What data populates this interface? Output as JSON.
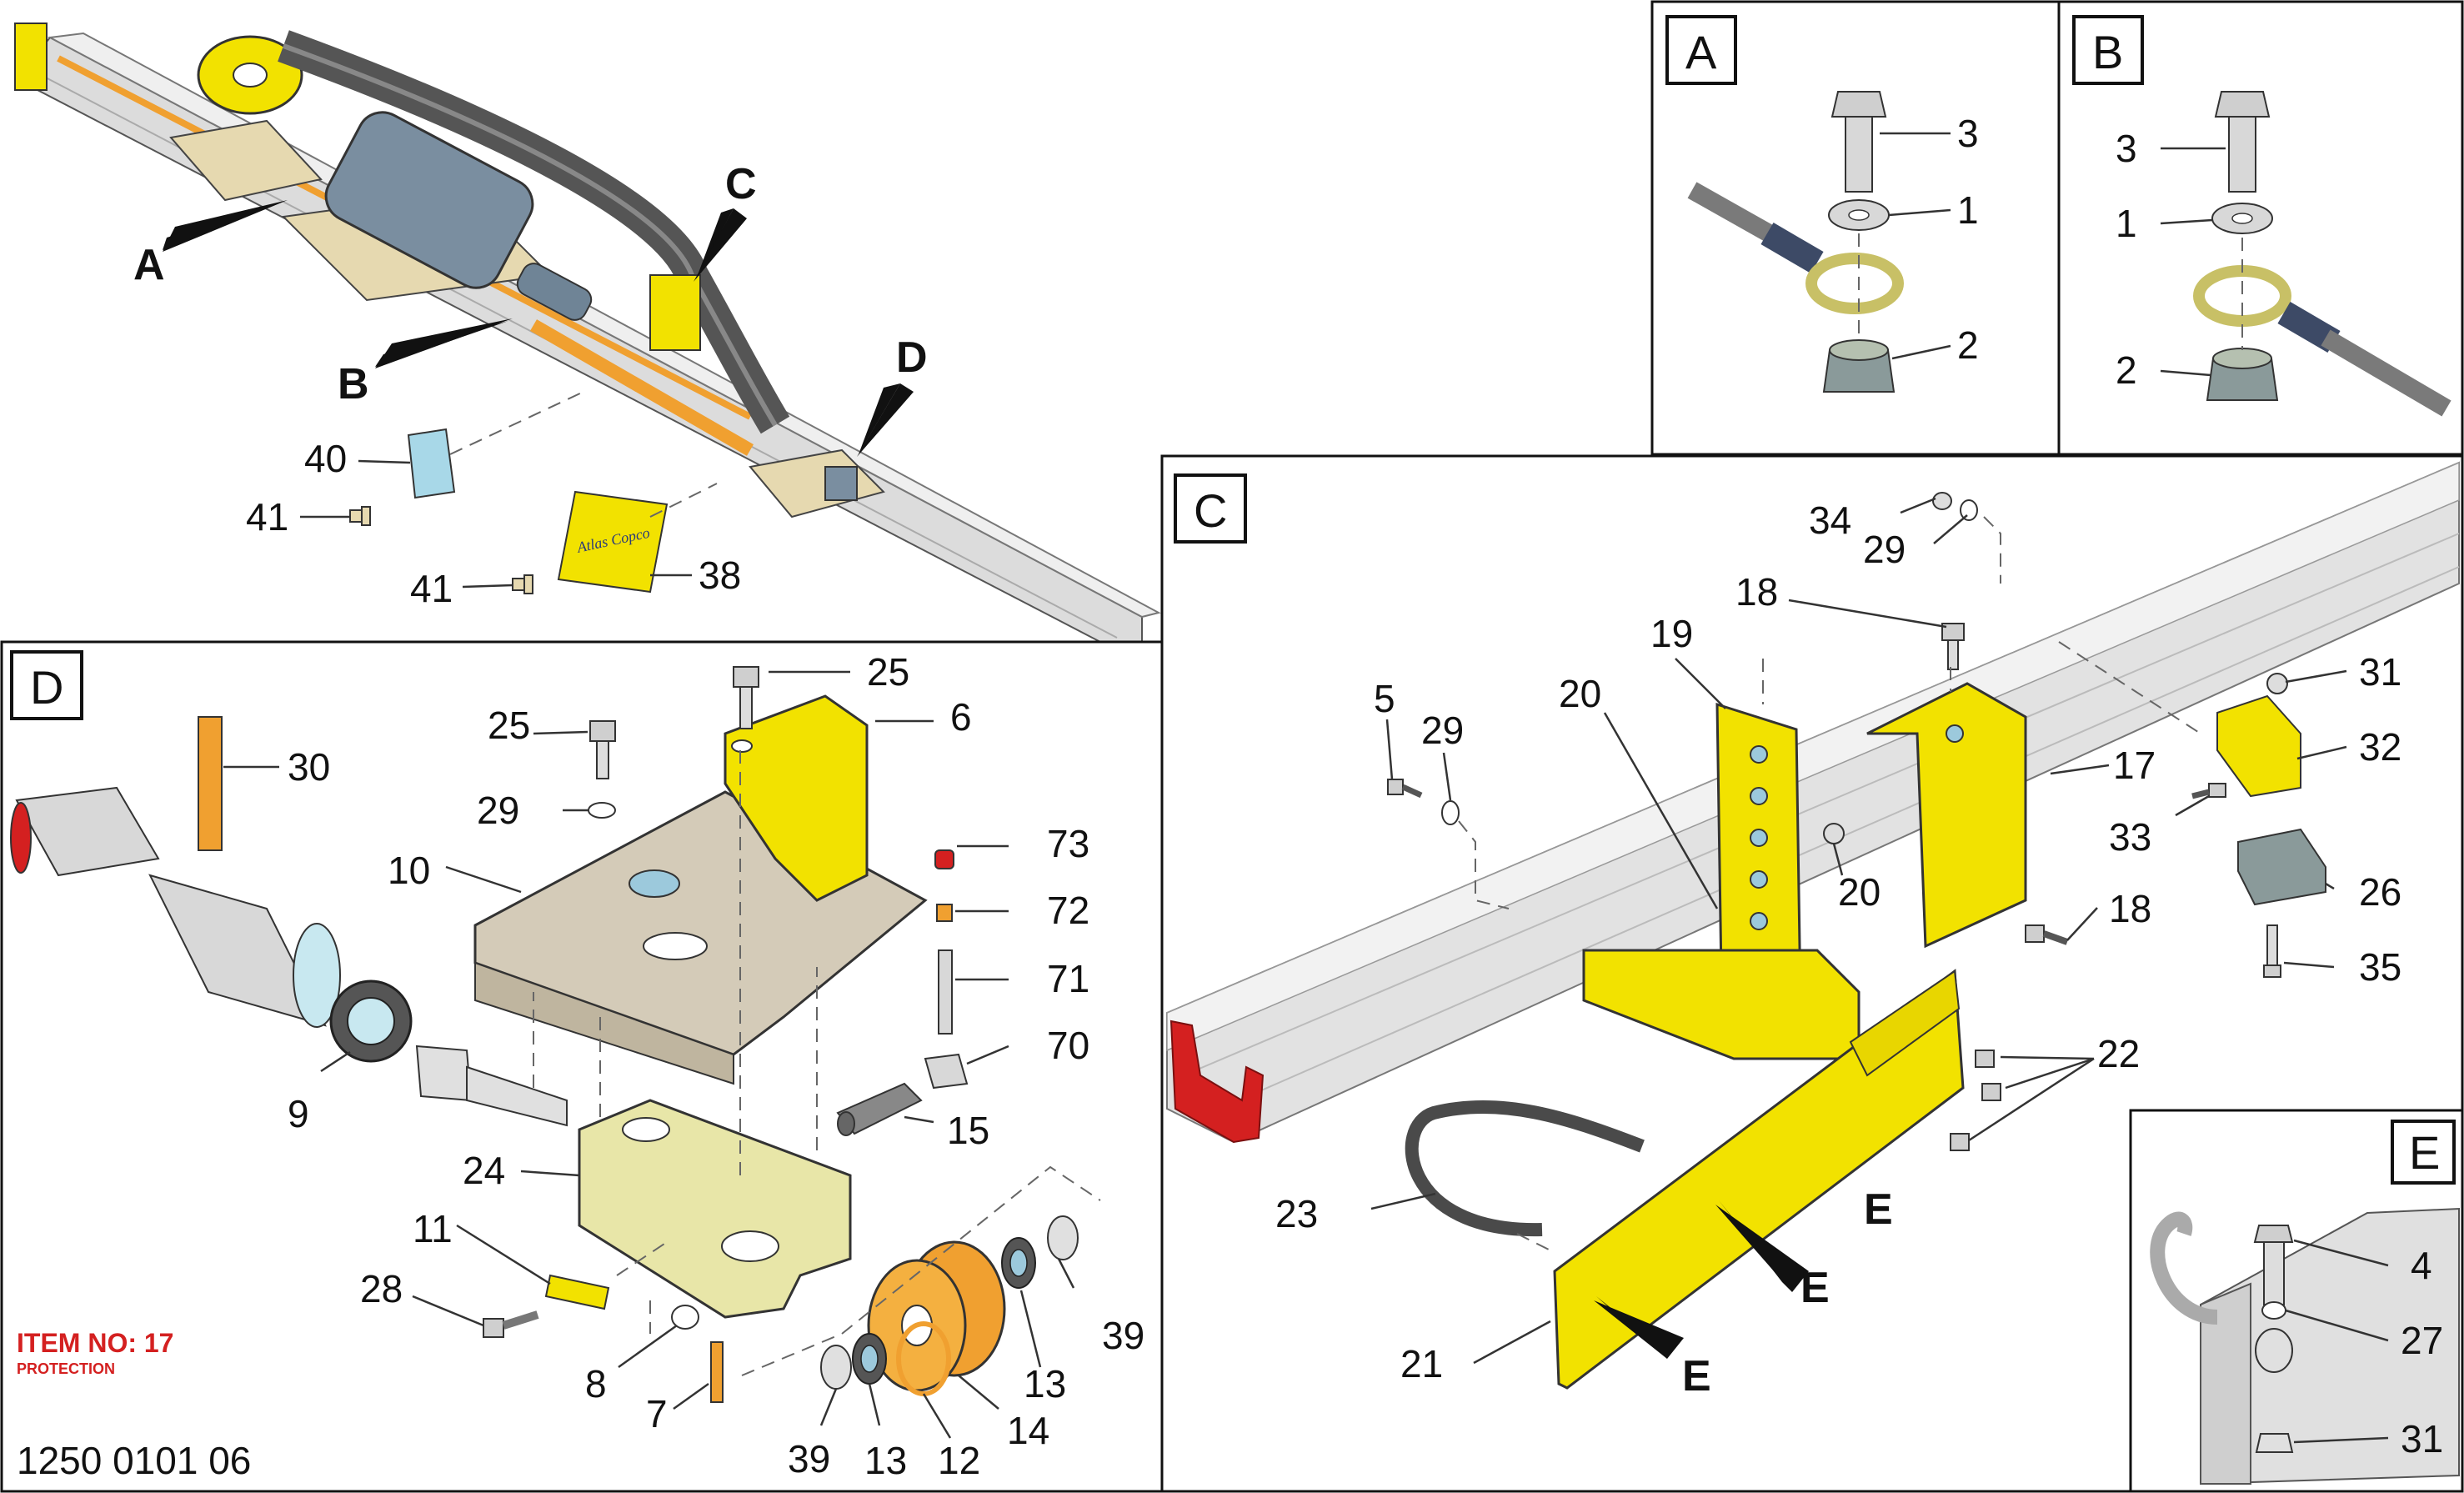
{
  "callouts": {
    "a": "A",
    "b": "B",
    "c": "C",
    "d": "D",
    "e": "E"
  },
  "panels": {
    "overview": {
      "items": {
        "p40": "40",
        "p41a": "41",
        "p41b": "41",
        "p38": "38"
      },
      "plate_text": "Atlas Copco"
    },
    "detail_a": {
      "title": "A",
      "items": {
        "p3": "3",
        "p1": "1",
        "p2": "2"
      }
    },
    "detail_b": {
      "title": "B",
      "items": {
        "p3": "3",
        "p1": "1",
        "p2": "2"
      }
    },
    "detail_c": {
      "title": "C",
      "items": {
        "p34": "34",
        "p29a": "29",
        "p18a": "18",
        "p19": "19",
        "p20a": "20",
        "p5": "5",
        "p29b": "29",
        "p31": "31",
        "p32": "32",
        "p17": "17",
        "p33": "33",
        "p26": "26",
        "p20b": "20",
        "p18b": "18",
        "p35": "35",
        "p22": "22",
        "p23": "23",
        "p21": "21"
      },
      "e_marks": {
        "e1": "E",
        "e2": "E",
        "e3": "E"
      }
    },
    "detail_d": {
      "title": "D",
      "items": {
        "p25a": "25",
        "p25b": "25",
        "p6": "6",
        "p30": "30",
        "p29": "29",
        "p10": "10",
        "p73": "73",
        "p72": "72",
        "p71": "71",
        "p70": "70",
        "p9": "9",
        "p15": "15",
        "p24": "24",
        "p11": "11",
        "p28": "28",
        "p8": "8",
        "p7": "7",
        "p39a": "39",
        "p39b": "39",
        "p13a": "13",
        "p13b": "13",
        "p12": "12",
        "p14": "14"
      },
      "item_note": {
        "title": "ITEM NO: 17",
        "subtitle": "PROTECTION"
      },
      "doc_number": "1250 0101 06"
    },
    "detail_e": {
      "title": "E",
      "items": {
        "p4": "4",
        "p27": "27",
        "p31": "31"
      }
    }
  },
  "colors": {
    "yellow": "#f2e200",
    "tan": "#e6d9b0",
    "gray": "#c8c8c8",
    "orange": "#f0a030",
    "red": "#d42020"
  }
}
